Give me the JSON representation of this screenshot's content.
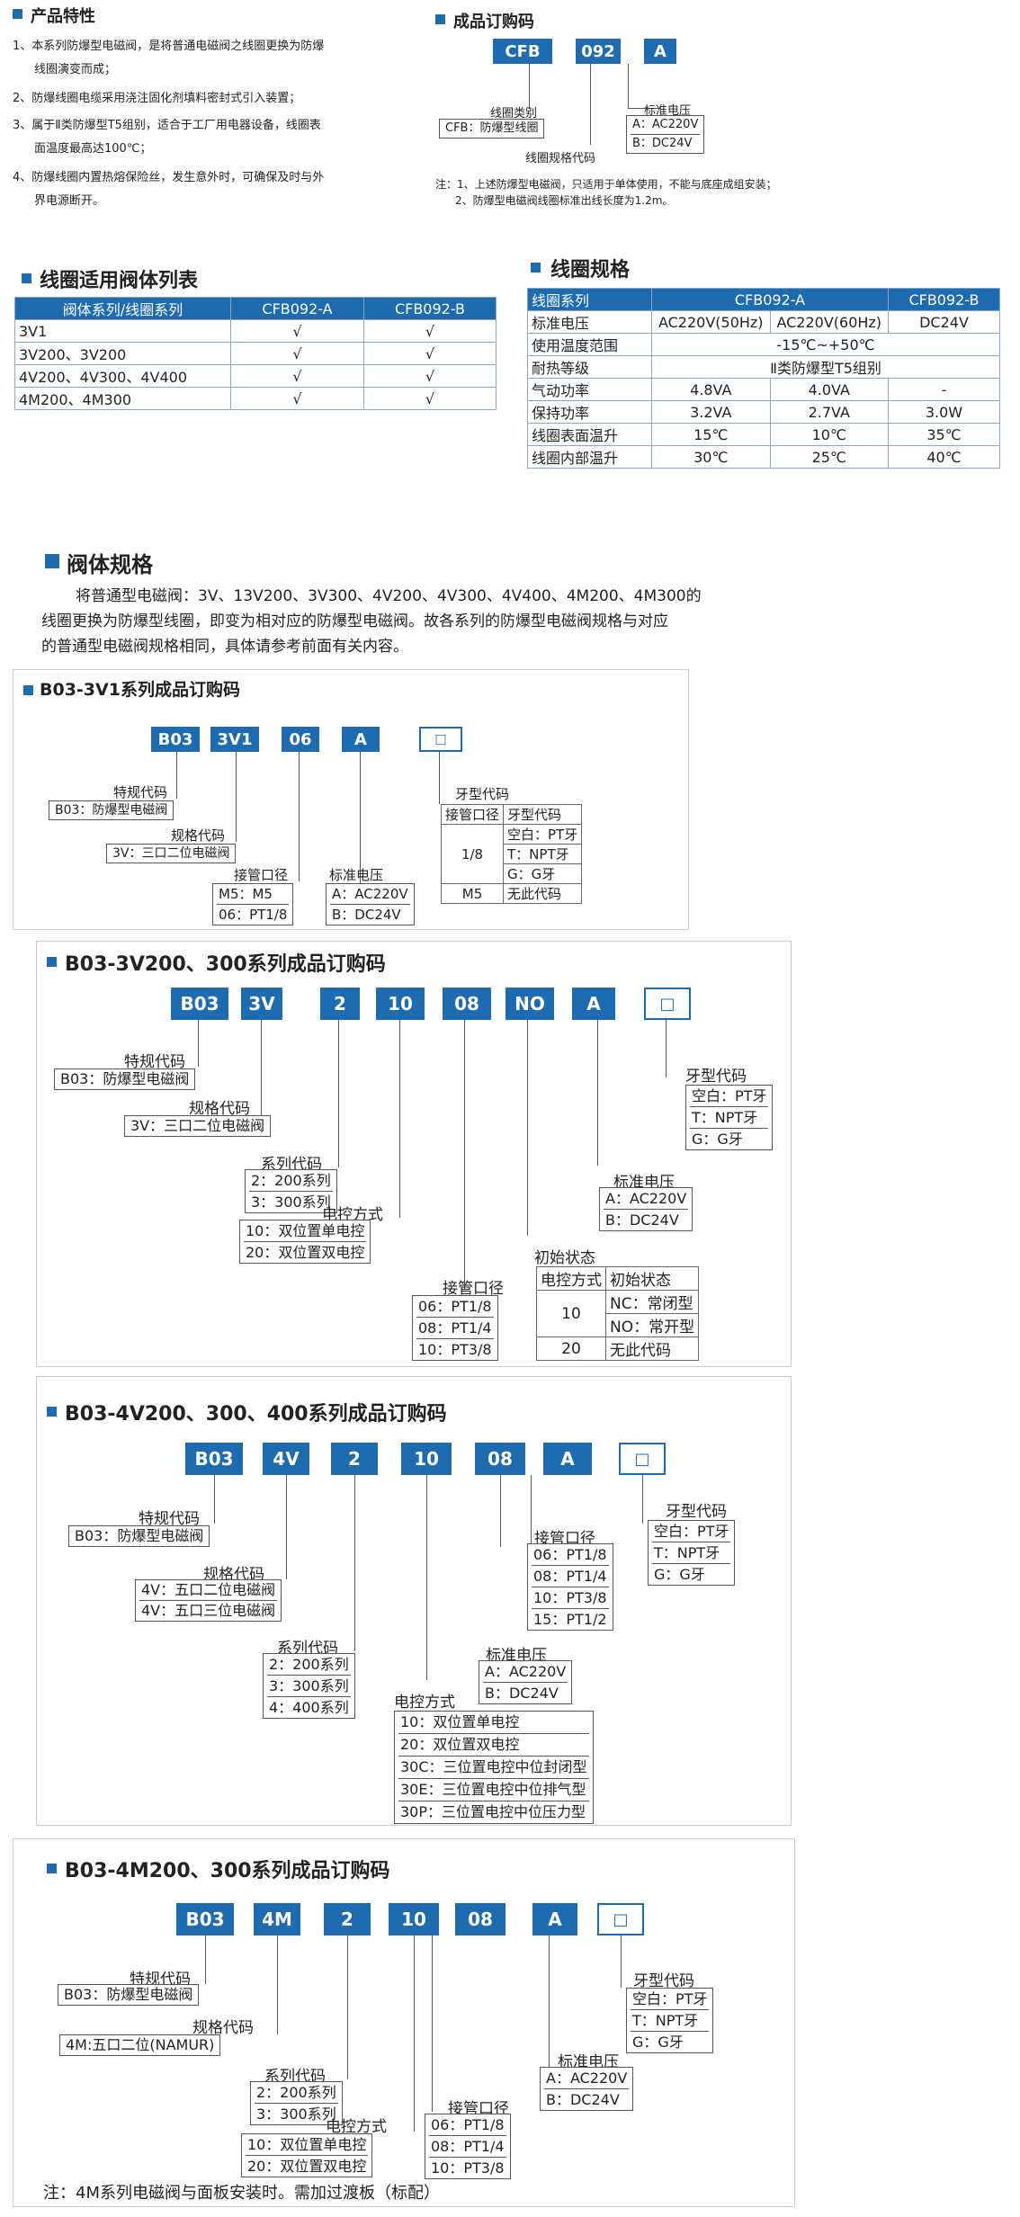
{
  "features": {
    "title": "产品特性",
    "items": [
      "1、本系列防爆型电磁阀，是将普通电磁阀之线圈更换为防爆",
      "线圈演变而成；",
      "2、防爆线圈电缆采用浇注固化剂填料密封式引入装置；",
      "3、属于Ⅱ类防爆型T5组别，适合于工厂用电器设备，线圈表",
      "面温度最高达100℃；",
      "4、防爆线圈内置热熔保险丝，发生意外时，可确保及时与外",
      "界电源断开。"
    ]
  },
  "order": {
    "title": "成品订购码",
    "codes": [
      "CFB",
      "092",
      "A"
    ],
    "coil_type_label": "线圈类别",
    "coil_type_value": "CFB：防爆型线圈",
    "spec_label": "线圈规格代码",
    "voltage_label": "标准电压",
    "voltage_options": [
      "A：AC220V",
      "B：DC24V"
    ],
    "notes": [
      "注：1、上述防爆型电磁阀，只适用于单体使用，不能与底座成组安装；",
      "2、防爆型电磁阀线圈标准出线长度为1.2m。"
    ]
  },
  "coil_table": {
    "title": "线圈适用阀体列表",
    "headers": [
      "阀体系列/线圈系列",
      "CFB092-A",
      "CFB092-B"
    ],
    "rows": [
      [
        "3V1",
        "√",
        "√"
      ],
      [
        "3V200、3V200",
        "√",
        "√"
      ],
      [
        "4V200、4V300、4V400",
        "√",
        "√"
      ],
      [
        "4M200、4M300",
        "√",
        "√"
      ]
    ]
  },
  "coil_spec": {
    "title": "线圈规格",
    "headers": [
      "线圈系列",
      "CFB092-A",
      "CFB092-B"
    ],
    "rows": [
      [
        "标准电压",
        "AC220V(50Hz)",
        "AC220V(60Hz)",
        "DC24V"
      ],
      [
        "使用温度范围",
        "-15℃~+50℃"
      ],
      [
        "耐热等级",
        "Ⅱ类防爆型T5组别"
      ],
      [
        "气动功率",
        "4.8VA",
        "4.0VA",
        "-"
      ],
      [
        "保持功率",
        "3.2VA",
        "2.7VA",
        "3.0W"
      ],
      [
        "线圈表面温升",
        "15℃",
        "10℃",
        "35℃"
      ],
      [
        "线圈内部温升",
        "30℃",
        "25℃",
        "40℃"
      ]
    ]
  },
  "valve_spec": {
    "title": "阀体规格",
    "text": [
      "将普通型电磁阀：3V、13V200、3V300、4V200、4V300、4V400、4M200、4M300的",
      "线圈更换为防爆型线圈，即变为相对应的防爆型电磁阀。故各系列的防爆型电磁阀规格与对应",
      "的普通型电磁阀规格相同，具体请参考前面有关内容。"
    ]
  },
  "s1": {
    "title": "B03-3V1系列成品订购码",
    "codes": [
      "B03",
      "3V1",
      "06",
      "A",
      "□"
    ],
    "special_label": "特规代码",
    "special_value": "B03：防爆型电磁阀",
    "spec_label": "规格代码",
    "spec_value": "3V：三口二位电磁阀",
    "port_label": "接管口径",
    "port_values": [
      "M5：M5",
      "06：PT1/8"
    ],
    "voltage_label": "标准电压",
    "voltage_values": [
      "A：AC220V",
      "B：DC24V"
    ],
    "thread_label": "牙型代码",
    "thread_table": {
      "headers": [
        "接管口径",
        "牙型代码"
      ],
      "size_18": "1/8",
      "opts_18": [
        "空白：PT牙",
        "T：NPT牙",
        "G：G牙"
      ],
      "size_m5": "M5",
      "opt_m5": "无此代码"
    }
  },
  "s2": {
    "title": "B03-3V200、300系列成品订购码",
    "codes": [
      "B03",
      "3V",
      "2",
      "10",
      "08",
      "NO",
      "A",
      "□"
    ],
    "special_label": "特规代码",
    "special_value": "B03：防爆型电磁阀",
    "spec_label": "规格代码",
    "spec_value": "3V：三口二位电磁阀",
    "series_label": "系列代码",
    "series_values": [
      "2：200系列",
      "3：300系列"
    ],
    "control_label": "电控方式",
    "control_values": [
      "10：双位置单电控",
      "20：双位置双电控"
    ],
    "port_label": "接管口径",
    "port_values": [
      "06：PT1/8",
      "08：PT1/4",
      "10：PT3/8"
    ],
    "init_label": "初始状态",
    "init_headers": [
      "电控方式",
      "初始状态"
    ],
    "init_10": "10",
    "init_10_values": [
      "NC：常闭型",
      "NO：常开型"
    ],
    "init_20": "20",
    "init_20_value": "无此代码",
    "voltage_label": "标准电压",
    "voltage_values": [
      "A：AC220V",
      "B：DC24V"
    ],
    "thread_label": "牙型代码",
    "thread_values": [
      "空白：PT牙",
      "T：NPT牙",
      "G：G牙"
    ]
  },
  "s3": {
    "title": "B03-4V200、300、400系列成品订购码",
    "codes": [
      "B03",
      "4V",
      "2",
      "10",
      "08",
      "A",
      "□"
    ],
    "special_label": "特规代码",
    "special_value": "B03：防爆型电磁阀",
    "spec_label": "规格代码",
    "spec_values": [
      "4V：五口二位电磁阀",
      "4V：五口三位电磁阀"
    ],
    "series_label": "系列代码",
    "series_values": [
      "2：200系列",
      "3：300系列",
      "4：400系列"
    ],
    "control_label": "电控方式",
    "control_values": [
      "10：双位置单电控",
      "20：双位置双电控",
      "30C：三位置电控中位封闭型",
      "30E：三位置电控中位排气型",
      "30P：三位置电控中位压力型"
    ],
    "port_label": "接管口径",
    "port_values": [
      "06：PT1/8",
      "08：PT1/4",
      "10：PT3/8",
      "15：PT1/2"
    ],
    "voltage_label": "标准电压",
    "voltage_values": [
      "A：AC220V",
      "B：DC24V"
    ],
    "thread_label": "牙型代码",
    "thread_values": [
      "空白：PT牙",
      "T：NPT牙",
      "G：G牙"
    ]
  },
  "s4": {
    "title": "B03-4M200、300系列成品订购码",
    "codes": [
      "B03",
      "4M",
      "2",
      "10",
      "08",
      "A",
      "□"
    ],
    "special_label": "特规代码",
    "special_value": "B03：防爆型电磁阀",
    "spec_label": "规格代码",
    "spec_value": "4M:五口二位(NAMUR)",
    "series_label": "系列代码",
    "series_values": [
      "2：200系列",
      "3：300系列"
    ],
    "control_label": "电控方式",
    "control_values": [
      "10：双位置单电控",
      "20：双位置双电控"
    ],
    "port_label": "接管口径",
    "port_values": [
      "06：PT1/8",
      "08：PT1/4",
      "10：PT3/8"
    ],
    "voltage_label": "标准电压",
    "voltage_values": [
      "A：AC220V",
      "B：DC24V"
    ],
    "thread_label": "牙型代码",
    "thread_values": [
      "空白：PT牙",
      "T：NPT牙",
      "G：G牙"
    ],
    "note": "注：4M系列电磁阀与面板安装时。需加过渡板（标配）"
  }
}
